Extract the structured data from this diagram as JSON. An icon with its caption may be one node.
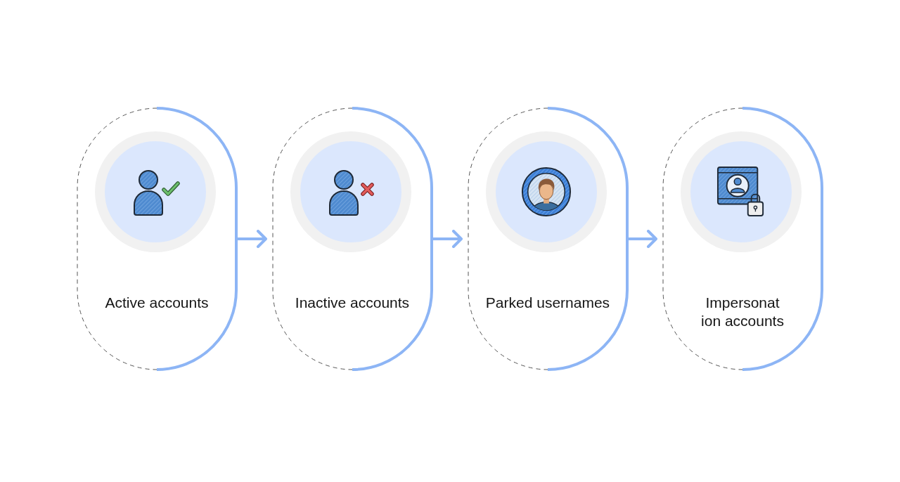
{
  "diagram": {
    "nodes": [
      {
        "text": [
          "Active accounts"
        ]
      },
      {
        "text": [
          "Inactive accounts"
        ]
      },
      {
        "text": [
          "Parked usernames"
        ]
      },
      {
        "text": [
          "Impersonat ion accounts"
        ]
      }
    ],
    "edges": [
      {
        "from": 0,
        "to": 1,
        "arrow": "to"
      },
      {
        "from": 1,
        "to": 2,
        "arrow": "to"
      },
      {
        "from": 2,
        "to": 3,
        "arrow": "to"
      }
    ]
  }
}
